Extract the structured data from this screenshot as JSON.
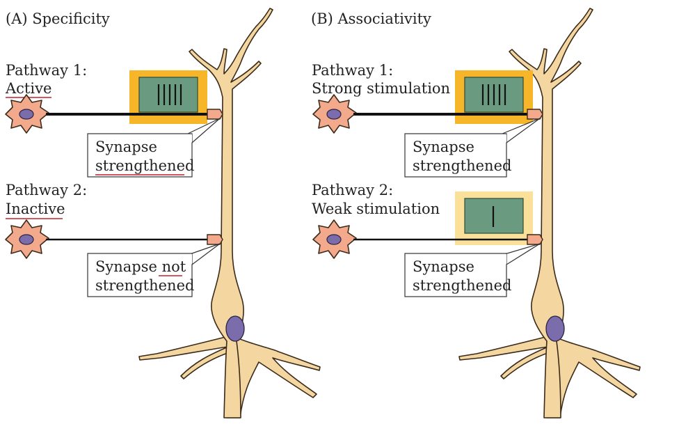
{
  "panels": [
    {
      "title": "(A)  Specificity",
      "pathway1": {
        "name": "Pathway 1:",
        "state": "Active"
      },
      "pathway2": {
        "name": "Pathway 2:",
        "state": "Inactive"
      },
      "callout1": {
        "line1": "Synapse",
        "line2": "strengthened"
      },
      "callout2": {
        "line1a": "Synapse ",
        "line1b": "not",
        "line2": "strengthened"
      },
      "stim1": {
        "marks": 5
      },
      "stim2": null
    },
    {
      "title": "(B)  Associativity",
      "pathway1": {
        "name": "Pathway 1:",
        "state": "Strong stimulation"
      },
      "pathway2": {
        "name": "Pathway 2:",
        "state": "Weak stimulation"
      },
      "callout1": {
        "line1": "Synapse",
        "line2": "strengthened"
      },
      "callout2": {
        "line1": "Synapse",
        "line2": "strengthened"
      },
      "stim1": {
        "marks": 5
      },
      "stim2": {
        "marks": 1
      }
    }
  ],
  "colors": {
    "soma": "#f3d6a0",
    "soma_stroke": "#5a4a2a",
    "nucleus": "#7b6cab",
    "presyn_body": "#f2a98c",
    "presyn_nucleus": "#7b6cab",
    "terminal": "#f2a98c",
    "stim_strong_frame": "#f7b52a",
    "stim_weak_frame": "#fbe09a",
    "stim_screen": "#6a9a80",
    "underline": "#c0202a"
  }
}
